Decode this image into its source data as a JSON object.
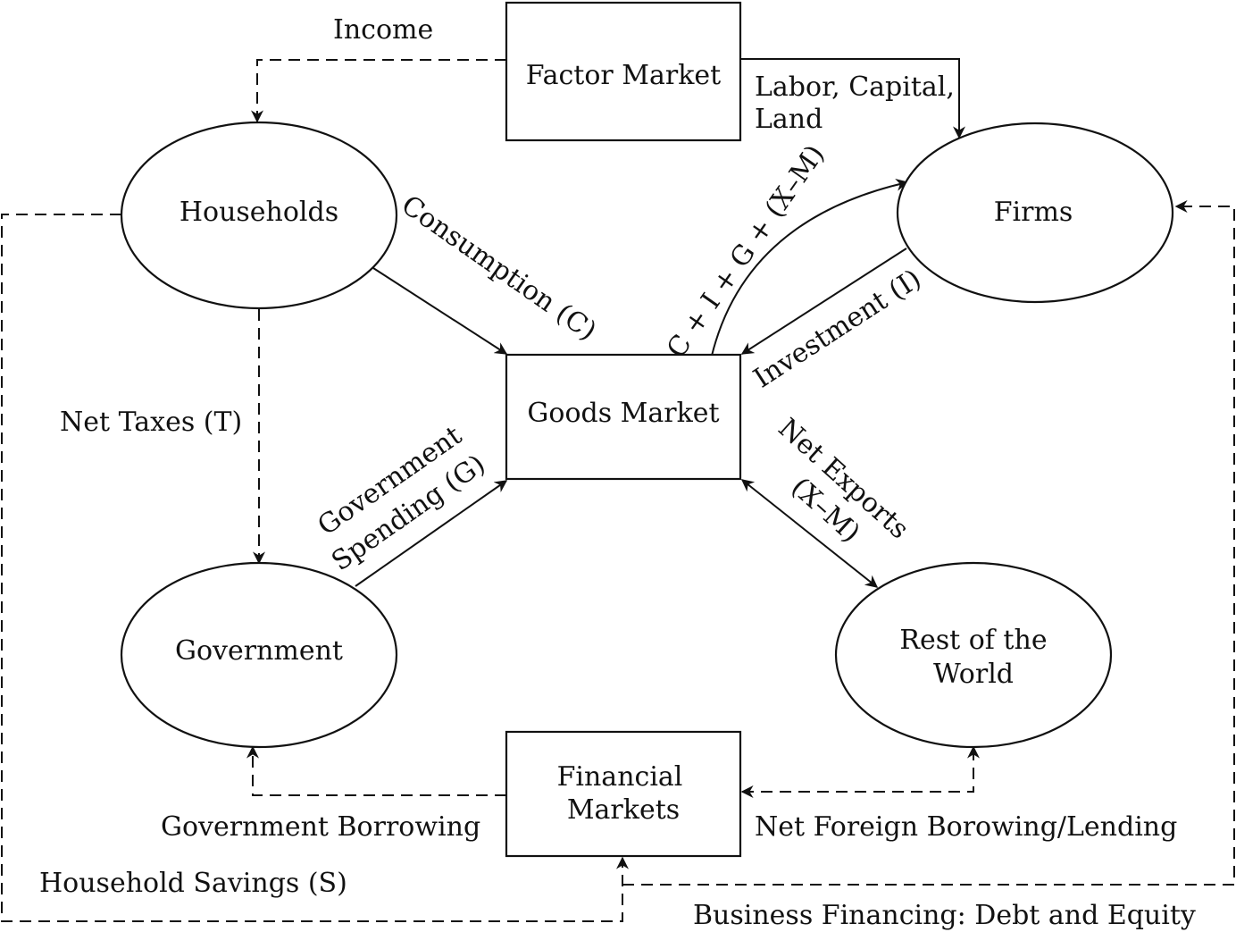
{
  "nodes": {
    "factor_market": "Factor Market",
    "households": "Households",
    "firms": "Firms",
    "goods_market": "Goods Market",
    "government": "Government",
    "rest_of_world_line1": "Rest of the",
    "rest_of_world_line2": "World",
    "financial_markets_line1": "Financial",
    "financial_markets_line2": "Markets"
  },
  "flows": {
    "income": "Income",
    "factors_line1": "Labor, Capital,",
    "factors_line2": "Land",
    "consumption": "Consumption (C)",
    "aggregate_demand": "C + I + G + (X–M)",
    "investment": "Investment (I)",
    "net_taxes": "Net Taxes (T)",
    "gov_spending_line1": "Government",
    "gov_spending_line2": "Spending (G)",
    "net_exports_line1": "Net Exports",
    "net_exports_line2": "(X–M)",
    "gov_borrowing": "Government Borrowing",
    "net_foreign": "Net Foreign Borowing/Lending",
    "household_savings": "Household Savings (S)",
    "business_financing": "Business Financing: Debt and Equity"
  },
  "colors": {
    "stroke": "#111111",
    "background": "#ffffff"
  }
}
